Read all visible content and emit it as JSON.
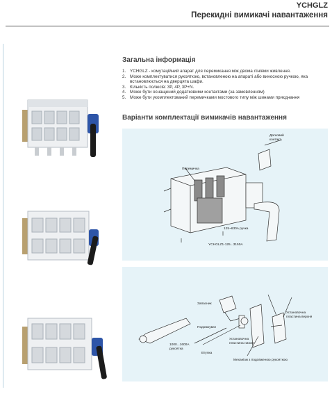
{
  "header": {
    "code": "YCHGLZ",
    "title": "Перекидні вимикачі навантаження"
  },
  "general": {
    "heading": "Загальна інформація",
    "items": [
      {
        "num": "1.",
        "text": "YCHGLZ - комутаційний апарат для перемикання між двома лініями живлення."
      },
      {
        "num": "2.",
        "text": "Може комплектуватися рукояткою, встановленою на апараті або виносною ручкою, яка встановлюється на дверцята шафи."
      },
      {
        "num": "3.",
        "text": "Кількість полюсів: 3P, 4P, 3P+N."
      },
      {
        "num": "4.",
        "text": "Може бути оснащений додатковими контактами (за замовленням)"
      },
      {
        "num": "5.",
        "text": "Може бути укомплектований перемичками мостового типу між шинами приєднання"
      }
    ]
  },
  "variants": {
    "heading": "Варіанти комплектації вимикачів навантаження"
  },
  "diagram1": {
    "labels": {
      "aux_contact": "Датковий контакт",
      "jumper": "Перемичка",
      "handle": "125~630A ручка",
      "model": "YCHGLZ1-125...3150A"
    }
  },
  "diagram2": {
    "labels": {
      "latch": "Запасник",
      "extension": "Подовжувач",
      "handle": "1000...1600A рукоятка",
      "bushing": "Втулка",
      "mount_lower": "Установочна пластина нижня",
      "mount_upper": "Установочна пластина верхня",
      "mechanism": "Механізм з подовженою рукояткою"
    }
  },
  "colors": {
    "panel": "#e6f3f8",
    "accent_line": "#b9d2df",
    "switch_body": "#eef0f2",
    "handle_black": "#1b1b1b",
    "knob_blue": "#2e55a8",
    "mount_plate": "#b8a070"
  }
}
